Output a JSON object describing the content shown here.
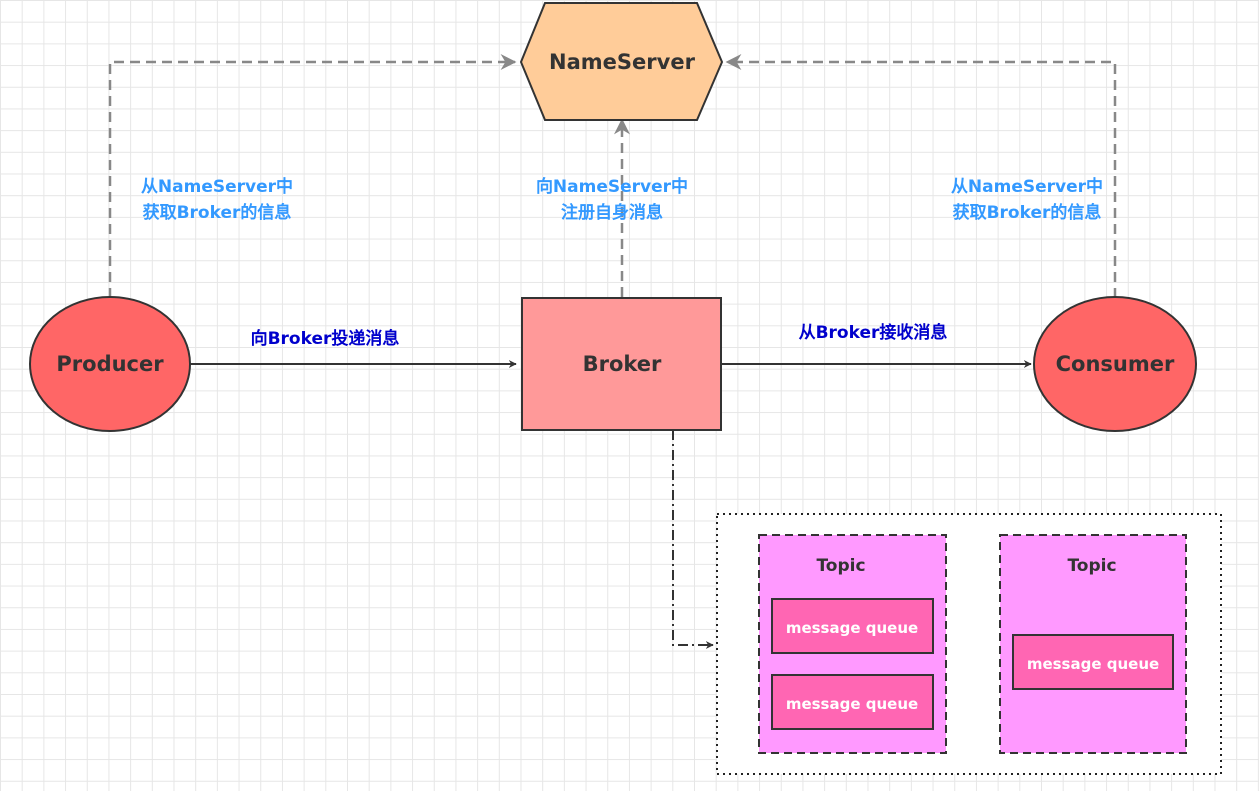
{
  "nodes": {
    "nameserver": "NameServer",
    "producer": "Producer",
    "broker": "Broker",
    "consumer": "Consumer"
  },
  "edges": {
    "producer_to_nameserver": [
      "从NameServer中",
      "获取Broker的信息"
    ],
    "broker_to_nameserver": [
      "向NameServer中",
      "注册自身消息"
    ],
    "consumer_to_nameserver": [
      "从NameServer中",
      "获取Broker的信息"
    ],
    "producer_to_broker": "向Broker投递消息",
    "broker_to_consumer": "从Broker接收消息"
  },
  "topics": [
    {
      "title": "Topic",
      "queues": [
        "message queue",
        "message queue"
      ]
    },
    {
      "title": "Topic",
      "queues": [
        "message queue"
      ]
    }
  ],
  "colors": {
    "nameserver_fill": "#FFCC99",
    "client_fill": "#FF6666",
    "broker_fill": "#FF9999",
    "topic_fill": "#FF99FF",
    "queue_fill": "#FF66B3",
    "label_light_blue": "#3399FF",
    "label_dark_blue": "#0000CC"
  }
}
